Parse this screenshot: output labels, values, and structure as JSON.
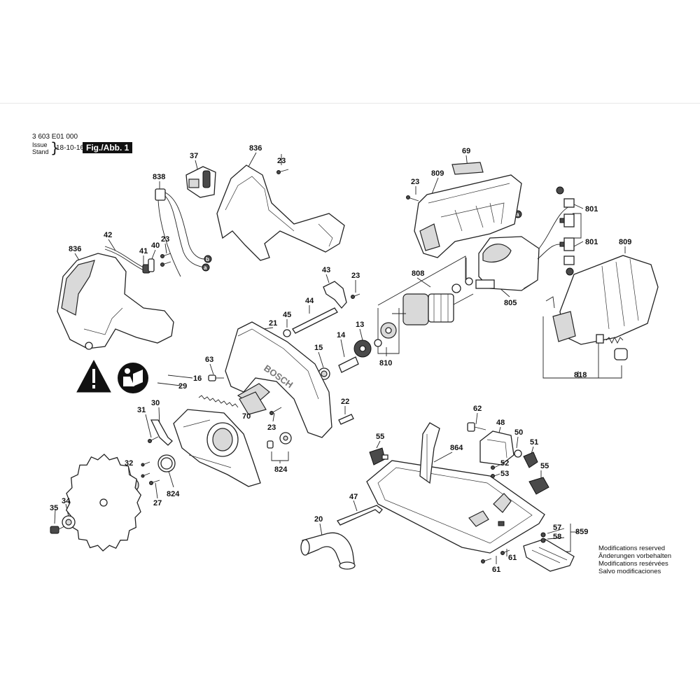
{
  "header": {
    "doc_number": "3 603 E01 000",
    "issue_label": "Issue",
    "stand_label": "Stand",
    "date": "18-10-16",
    "figure": "Fig./Abb. 1"
  },
  "notice": [
    "Modifications reserved",
    "Änderungen vorbehalten",
    "Modifications resérvées",
    "Salvo modificaciones"
  ],
  "brand_on_housing": "BOSCH",
  "connectors": [
    "b",
    "a",
    "b",
    "a"
  ],
  "part_labels": [
    {
      "text": "37"
    },
    {
      "text": "836"
    },
    {
      "text": "23"
    },
    {
      "text": "838"
    },
    {
      "text": "69"
    },
    {
      "text": "23"
    },
    {
      "text": "809"
    },
    {
      "text": "801"
    },
    {
      "text": "801"
    },
    {
      "text": "809"
    },
    {
      "text": "42"
    },
    {
      "text": "836"
    },
    {
      "text": "41"
    },
    {
      "text": "40"
    },
    {
      "text": "23"
    },
    {
      "text": "43"
    },
    {
      "text": "23"
    },
    {
      "text": "808"
    },
    {
      "text": "805"
    },
    {
      "text": "44"
    },
    {
      "text": "45"
    },
    {
      "text": "21"
    },
    {
      "text": "13"
    },
    {
      "text": "14"
    },
    {
      "text": "15"
    },
    {
      "text": "810"
    },
    {
      "text": "818"
    },
    {
      "text": "63"
    },
    {
      "text": "16"
    },
    {
      "text": "29"
    },
    {
      "text": "70"
    },
    {
      "text": "22"
    },
    {
      "text": "23"
    },
    {
      "text": "31"
    },
    {
      "text": "30"
    },
    {
      "text": "62"
    },
    {
      "text": "48"
    },
    {
      "text": "50"
    },
    {
      "text": "51"
    },
    {
      "text": "55"
    },
    {
      "text": "864"
    },
    {
      "text": "52"
    },
    {
      "text": "53"
    },
    {
      "text": "55"
    },
    {
      "text": "824"
    },
    {
      "text": "32"
    },
    {
      "text": "824"
    },
    {
      "text": "27"
    },
    {
      "text": "47"
    },
    {
      "text": "20"
    },
    {
      "text": "35"
    },
    {
      "text": "34"
    },
    {
      "text": "57"
    },
    {
      "text": "58"
    },
    {
      "text": "859"
    },
    {
      "text": "61"
    },
    {
      "text": "61"
    }
  ]
}
